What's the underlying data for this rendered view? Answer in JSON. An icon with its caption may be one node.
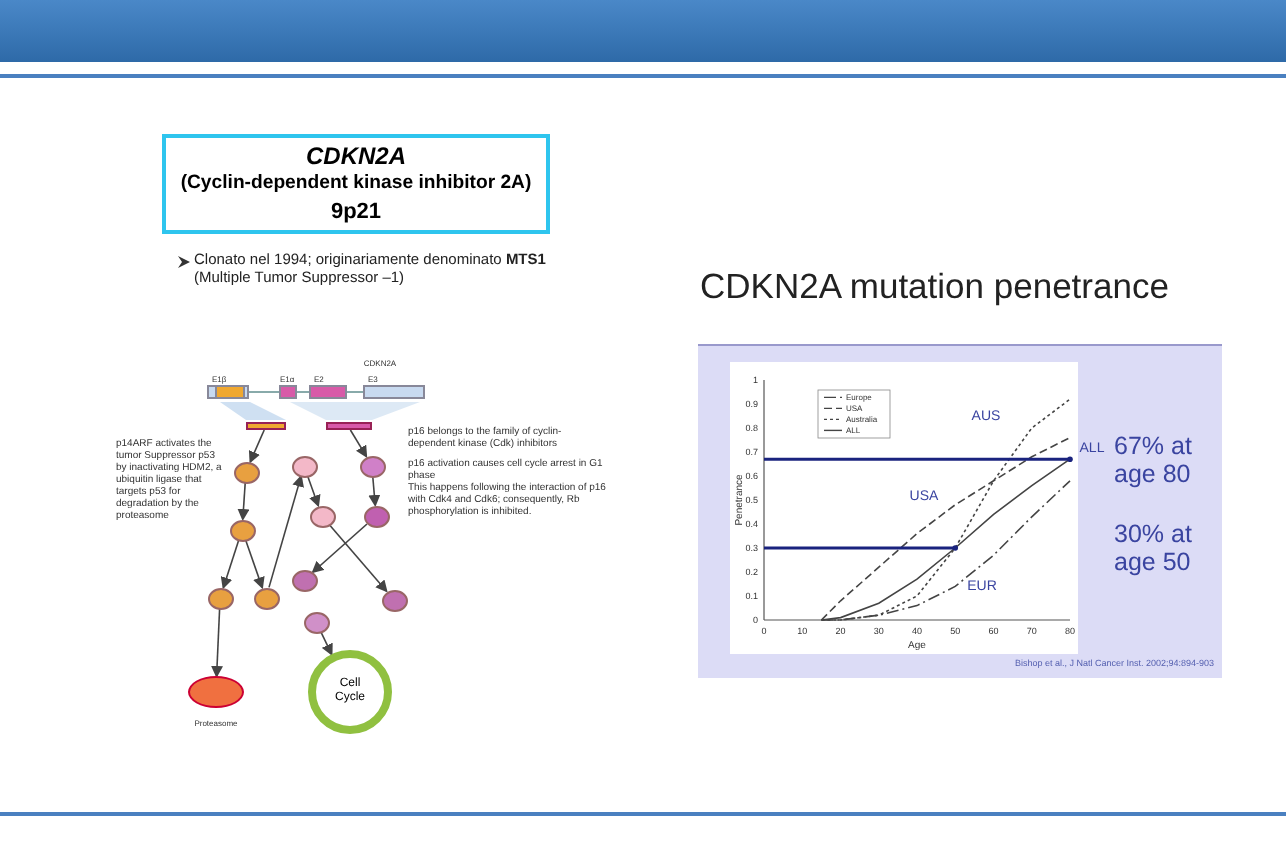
{
  "diagram": {
    "title": "CDKN2A mutation penetrance",
    "nodes": [
      {
        "text": [],
        "shape": "bar"
      },
      {
        "text": [],
        "shape": "bar"
      },
      {
        "text": [],
        "shape": "circle"
      },
      {
        "text": [],
        "shape": "circle"
      },
      {
        "text": [],
        "shape": "circle"
      },
      {
        "text": [],
        "shape": "circle"
      },
      {
        "text": [],
        "shape": "circle"
      },
      {
        "text": [],
        "shape": "circle"
      },
      {
        "text": [],
        "shape": "circle"
      },
      {
        "text": [],
        "shape": "circle"
      },
      {
        "text": [],
        "shape": "circle"
      },
      {
        "text": [],
        "shape": "circle"
      },
      {
        "text": [],
        "shape": "circle"
      },
      {
        "text": [],
        "shape": "circle",
        "beside": [
          "Proteasome"
        ]
      },
      {
        "text": [
          "Cell Cycle"
        ]
      }
    ],
    "edges": [
      {
        "from": 0,
        "to": 2,
        "arrow": "to"
      },
      {
        "from": 2,
        "to": 3,
        "arrow": "to"
      },
      {
        "from": 3,
        "to": 4,
        "arrow": "to"
      },
      {
        "from": 3,
        "to": 5,
        "arrow": "to"
      },
      {
        "from": 5,
        "to": 6,
        "arrow": "to"
      },
      {
        "from": 6,
        "to": 8,
        "arrow": "to"
      },
      {
        "from": 1,
        "to": 7,
        "arrow": "to"
      },
      {
        "from": 7,
        "to": 9,
        "arrow": "to"
      },
      {
        "from": 9,
        "to": 10,
        "arrow": "to"
      },
      {
        "from": 8,
        "to": 11,
        "arrow": "to"
      },
      {
        "from": 4,
        "to": 13,
        "arrow": "to"
      },
      {
        "from": 12,
        "to": 14,
        "arrow": "to"
      }
    ],
    "labels": [
      "CDKN2A",
      "(Cyclin-dependent kinase inhibitor 2A)",
      "9p21",
      "Clonato nel 1994; originariamente denominato **MTS1** (Multiple Tumor Suppressor –1)",
      "CDKN2A",
      "E1β",
      "E1α",
      "E2",
      "E3",
      "p14ARF activates the tumor Suppressor p53 by inactivating HDM2, a ubiquitin ligase that targets p53 for degradation by the proteasome",
      "p16 belongs to the family of cyclin-dependent kinase (Cdk) inhibitors",
      "p16 activation causes cell cycle arrest in G1 phase",
      "This happens following the interaction of p16 with Cdk4 and Cdk6; consequently, Rb phosphorylation is inhibited.",
      "Bishop et al., J Natl Cancer Inst. 2002;94:894-903"
    ],
    "chart_data": {
      "type": "line",
      "xlabel": "Age",
      "ylabel": "Penetrance",
      "x": [
        15,
        20,
        30,
        40,
        50,
        60,
        70,
        80
      ],
      "series": [
        {
          "name": "Europe",
          "line_style": "dashdot",
          "values": [
            0,
            0,
            0.02,
            0.06,
            0.14,
            0.27,
            0.43,
            0.58
          ]
        },
        {
          "name": "USA",
          "line_style": "dashed",
          "values": [
            0,
            0.08,
            0.22,
            0.36,
            0.48,
            0.58,
            0.68,
            0.76
          ]
        },
        {
          "name": "Australia",
          "line_style": "dotted",
          "values": [
            0,
            0,
            0.02,
            0.1,
            0.3,
            0.58,
            0.8,
            0.92
          ]
        },
        {
          "name": "ALL",
          "line_style": "solid",
          "values": [
            0,
            0.01,
            0.07,
            0.17,
            0.3,
            0.44,
            0.56,
            0.67
          ]
        }
      ],
      "legend": true,
      "xlim": [
        0,
        80
      ],
      "ylim": [
        0,
        1
      ],
      "xticks": [
        0,
        10,
        20,
        30,
        40,
        50,
        60,
        70,
        80
      ],
      "yticks": [
        0,
        0.1,
        0.2,
        0.3,
        0.4,
        0.5,
        0.6,
        0.7,
        0.8,
        0.9,
        1
      ],
      "ref_lines": [
        {
          "axis": "y",
          "value": 0.67,
          "label": "67% at age 80"
        },
        {
          "axis": "y",
          "value": 0.3,
          "label": "30% at age 50"
        }
      ],
      "annotations": [
        "AUS",
        "ALL",
        "USA",
        "EUR"
      ]
    }
  }
}
